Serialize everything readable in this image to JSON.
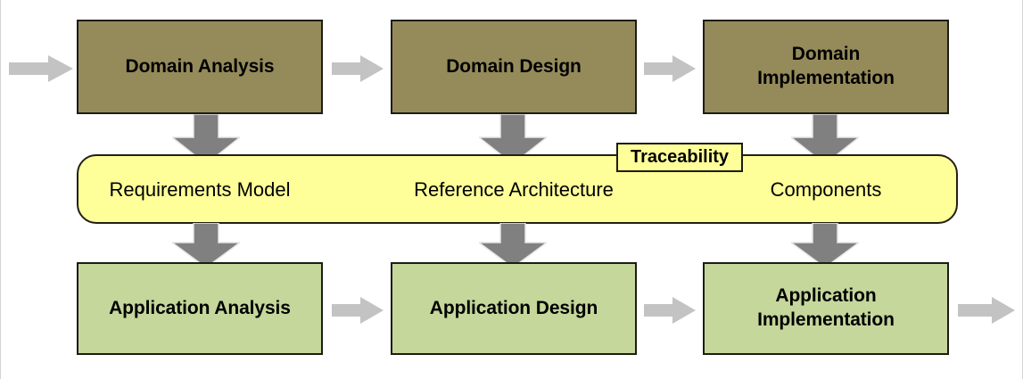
{
  "diagram": {
    "title_visible": false,
    "colors": {
      "domain_box_fill": "#958B5A",
      "application_box_fill": "#C5D79B",
      "artifact_band_fill": "#FFFF99",
      "box_border": "#1C1C16",
      "horizontal_arrow": "#C3C3C3",
      "vertical_arrow": "#808080",
      "background": "#FFFFFF"
    },
    "domain_row": {
      "boxes": [
        {
          "label": "Domain Analysis"
        },
        {
          "label": "Domain Design"
        },
        {
          "label_line1": "Domain",
          "label_line2": "Implementation"
        }
      ]
    },
    "artifact_row": {
      "labels": [
        {
          "text": "Requirements Model"
        },
        {
          "text": "Reference Architecture"
        },
        {
          "text": "Components"
        }
      ],
      "callout": {
        "label": "Traceability"
      }
    },
    "application_row": {
      "boxes": [
        {
          "label": "Application Analysis"
        },
        {
          "label": "Application Design"
        },
        {
          "label_line1": "Application",
          "label_line2": "Implementation"
        }
      ]
    },
    "arrows": {
      "horizontal": [
        {
          "name": "inflow-arrow-domain"
        },
        {
          "name": "arrow-domain-analysis-to-design"
        },
        {
          "name": "arrow-domain-design-to-implementation"
        },
        {
          "name": "arrow-application-analysis-to-design"
        },
        {
          "name": "arrow-application-design-to-implementation"
        },
        {
          "name": "outflow-arrow-application"
        }
      ],
      "vertical": [
        {
          "name": "arrow-domain-analysis-down"
        },
        {
          "name": "arrow-domain-design-down"
        },
        {
          "name": "arrow-domain-implementation-down"
        },
        {
          "name": "arrow-requirements-model-down"
        },
        {
          "name": "arrow-reference-architecture-down"
        },
        {
          "name": "arrow-components-down"
        }
      ]
    }
  }
}
